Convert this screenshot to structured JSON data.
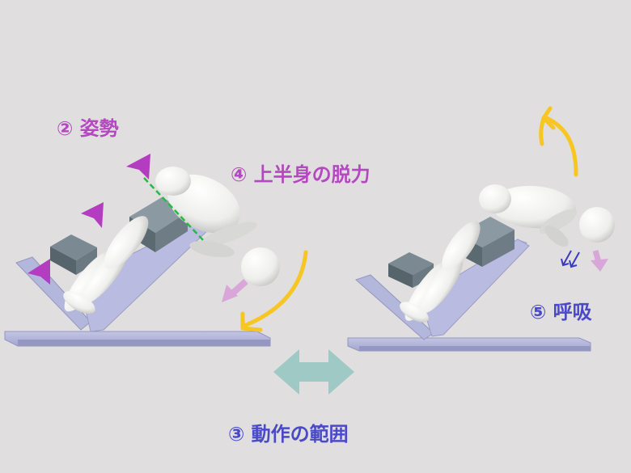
{
  "labels": {
    "posture": "② 姿勢",
    "upper_body_relax": "④ 上半身の脱力",
    "breathing": "⑤ 呼吸",
    "range_of_motion": "③ 動作の範囲"
  },
  "colors": {
    "background": "#e0dede",
    "label_purple": "#b448c0",
    "label_blue": "#4a4ac8",
    "bench_frame": "#aeb0d6",
    "pad": "#6f8089",
    "figure": "#f4f4f2",
    "arrow_yellow": "#f8c622",
    "arrow_pink": "#d9a6d9",
    "arrow_teal": "#9fc9c4",
    "posture_line": "#22bb44",
    "marker_purple": "#b43cc0",
    "breath_arrows": "#3a3ac0"
  }
}
